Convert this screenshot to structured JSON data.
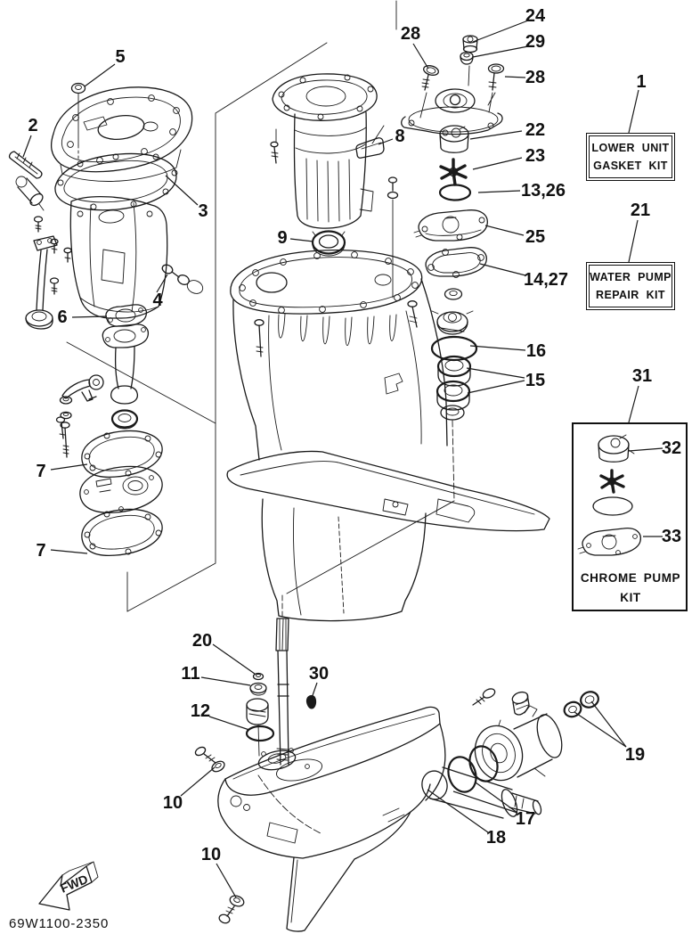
{
  "diagram": {
    "drawing_code": "69W1100-2350",
    "fwd_label": "FWD",
    "callouts": {
      "n1": "1",
      "n2": "2",
      "n3": "3",
      "n4": "4",
      "n5": "5",
      "n6": "6",
      "n7": "7",
      "n8": "8",
      "n9": "9",
      "n10": "10",
      "n11": "11",
      "n12": "12",
      "n13_26": "13,26",
      "n14_27": "14,27",
      "n15": "15",
      "n16": "16",
      "n17": "17",
      "n18": "18",
      "n19": "19",
      "n20": "20",
      "n21": "21",
      "n22": "22",
      "n23": "23",
      "n24": "24",
      "n25": "25",
      "n28": "28",
      "n29": "29",
      "n30": "30",
      "n31": "31",
      "n32": "32",
      "n33": "33"
    },
    "kit_boxes": {
      "lower_unit_gasket_kit": {
        "line1": "LOWER UNIT",
        "line2": "GASKET KIT"
      },
      "water_pump_repair_kit": {
        "line1": "WATER PUMP",
        "line2": "REPAIR KIT"
      },
      "chrome_pump_kit": {
        "line1": "CHROME PUMP",
        "line2": "KIT"
      }
    }
  }
}
